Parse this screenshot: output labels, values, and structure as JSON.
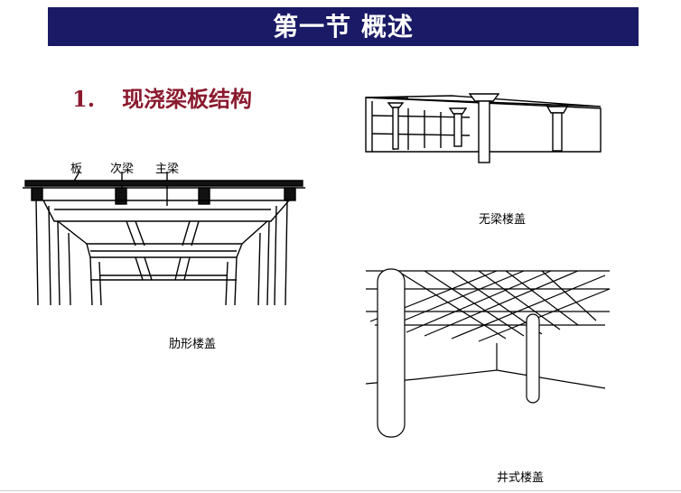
{
  "title": "第一节  概述",
  "heading": {
    "number": "1.",
    "text": "现浇梁板结构"
  },
  "labels": {
    "slab": "板",
    "secondary_beam": "次梁",
    "main_beam": "主梁",
    "ribbed_floor": "肋形楼盖",
    "beamless_floor": "无梁楼盖",
    "waffle_floor": "井式楼盖"
  },
  "colors": {
    "title_bg": "#1a1a66",
    "title_fg": "#ffffff",
    "heading": "#8b1a2e",
    "line": "#000000"
  }
}
